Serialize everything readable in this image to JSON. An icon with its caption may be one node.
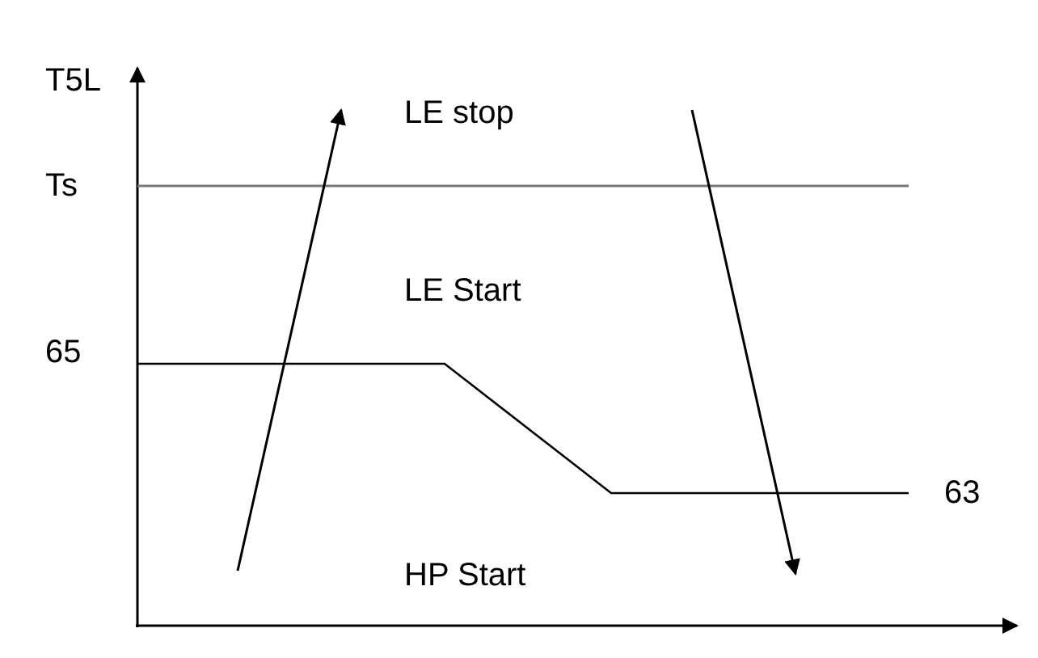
{
  "diagram": {
    "labels": [
      "T5L",
      "Ts",
      "LE stop",
      "LE Start",
      "65",
      "63",
      "HP Start"
    ]
  }
}
